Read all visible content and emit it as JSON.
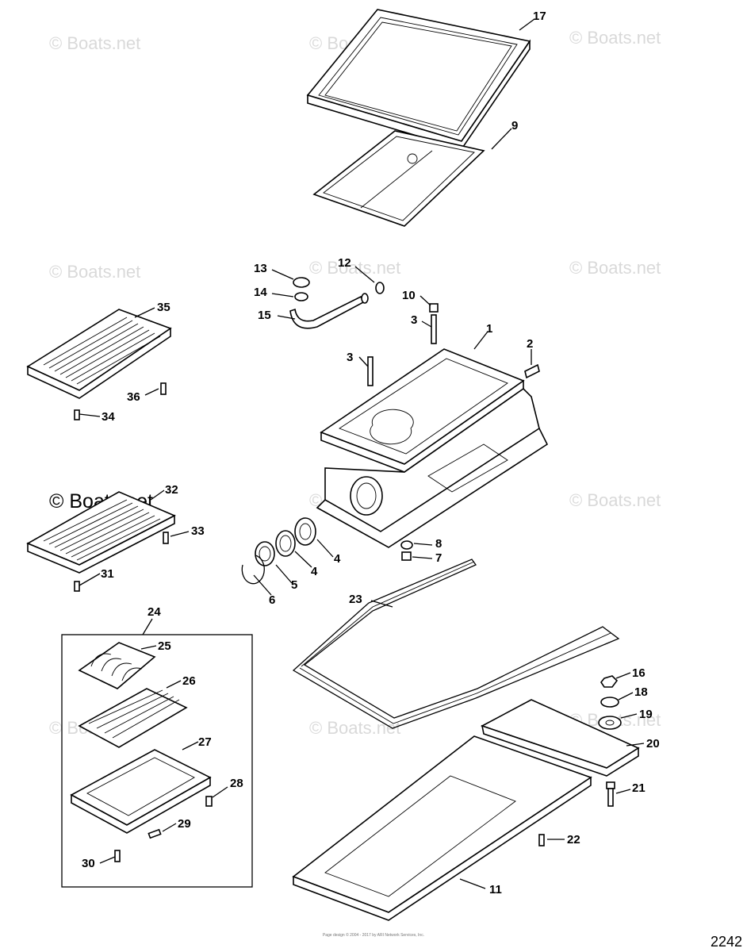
{
  "watermark": "© Boats.net",
  "diagram_code": "2242",
  "footer_text": "Page design © 2004 - 2017 by ARI Network Services, Inc.",
  "callouts": [
    "1",
    "2",
    "3",
    "3",
    "4",
    "4",
    "5",
    "6",
    "7",
    "8",
    "9",
    "10",
    "11",
    "12",
    "13",
    "14",
    "15",
    "16",
    "17",
    "18",
    "19",
    "20",
    "21",
    "22",
    "23",
    "24",
    "25",
    "26",
    "27",
    "28",
    "29",
    "30",
    "31",
    "32",
    "33",
    "34",
    "35",
    "36"
  ]
}
